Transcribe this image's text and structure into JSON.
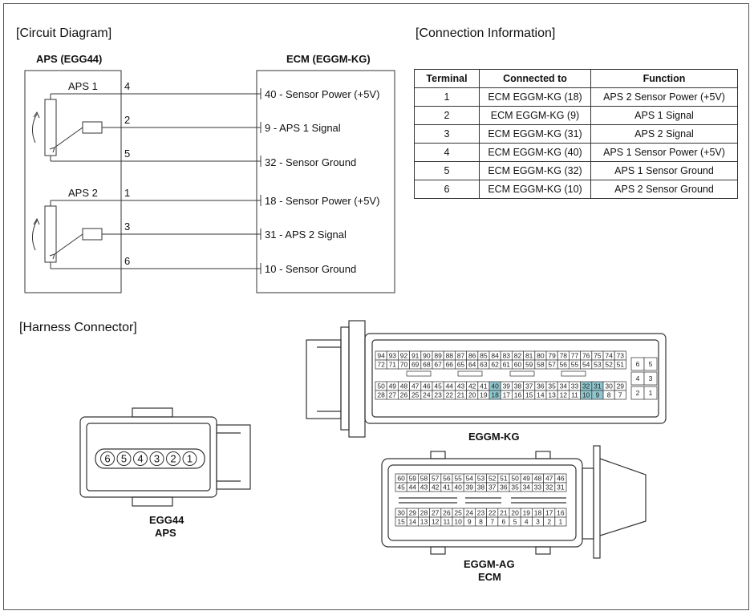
{
  "sections": {
    "circuit": "[Circuit Diagram]",
    "connection": "[Connection Information]",
    "harness": "[Harness Connector]"
  },
  "circuit": {
    "aps_title": "APS (EGG44)",
    "ecm_title": "ECM (EGGM-KG)",
    "aps1_label": "APS 1",
    "aps2_label": "APS 2",
    "aps_pins": [
      "4",
      "2",
      "5",
      "1",
      "3",
      "6"
    ],
    "ecm_terminals": [
      "40 - Sensor Power (+5V)",
      "9 - APS 1 Signal",
      "32 - Sensor Ground",
      "18 - Sensor Power (+5V)",
      "31 - APS 2 Signal",
      "10 - Sensor Ground"
    ]
  },
  "connection_table": {
    "headers": [
      "Terminal",
      "Connected to",
      "Function"
    ],
    "rows": [
      [
        "1",
        "ECM EGGM-KG (18)",
        "APS 2 Sensor Power (+5V)"
      ],
      [
        "2",
        "ECM EGGM-KG (9)",
        "APS 1 Signal"
      ],
      [
        "3",
        "ECM EGGM-KG (31)",
        "APS 2 Signal"
      ],
      [
        "4",
        "ECM EGGM-KG (40)",
        "APS 1 Sensor Power (+5V)"
      ],
      [
        "5",
        "ECM EGGM-KG (32)",
        "APS 1 Sensor Ground"
      ],
      [
        "6",
        "ECM EGGM-KG (10)",
        "APS 2 Sensor Ground"
      ]
    ]
  },
  "connectors": {
    "egg44_name": "EGG44",
    "egg44_sub": "APS",
    "egg44_pins": [
      "6",
      "5",
      "4",
      "3",
      "2",
      "1"
    ],
    "kg_name": "EGGM-KG",
    "kg_rows": [
      [
        "94",
        "93",
        "92",
        "91",
        "90",
        "89",
        "88",
        "87",
        "86",
        "85",
        "84",
        "83",
        "82",
        "81",
        "80",
        "79",
        "78",
        "77",
        "76",
        "75",
        "74",
        "73"
      ],
      [
        "72",
        "71",
        "70",
        "69",
        "68",
        "67",
        "66",
        "65",
        "64",
        "63",
        "62",
        "61",
        "60",
        "59",
        "58",
        "57",
        "56",
        "55",
        "54",
        "53",
        "52",
        "51"
      ],
      [
        "50",
        "49",
        "48",
        "47",
        "46",
        "45",
        "44",
        "43",
        "42",
        "41",
        "40",
        "39",
        "38",
        "37",
        "36",
        "35",
        "34",
        "33",
        "32",
        "31",
        "30",
        "29"
      ],
      [
        "28",
        "27",
        "26",
        "25",
        "24",
        "23",
        "22",
        "21",
        "20",
        "19",
        "18",
        "17",
        "16",
        "15",
        "14",
        "13",
        "12",
        "11",
        "10",
        "9",
        "8",
        "7"
      ]
    ],
    "kg_side": [
      [
        "6",
        "5"
      ],
      [
        "4",
        "3"
      ],
      [
        "2",
        "1"
      ]
    ],
    "kg_highlight": [
      "40",
      "32",
      "31",
      "18",
      "10",
      "9"
    ],
    "highlight_color": "#8fc7cf",
    "ag_name": "EGGM-AG",
    "ag_sub": "ECM",
    "ag_rows": [
      [
        "60",
        "59",
        "58",
        "57",
        "56",
        "55",
        "54",
        "53",
        "52",
        "51",
        "50",
        "49",
        "48",
        "47",
        "46"
      ],
      [
        "45",
        "44",
        "43",
        "42",
        "41",
        "40",
        "39",
        "38",
        "37",
        "36",
        "35",
        "34",
        "33",
        "32",
        "31"
      ],
      [
        "30",
        "29",
        "28",
        "27",
        "26",
        "25",
        "24",
        "23",
        "22",
        "21",
        "20",
        "19",
        "18",
        "17",
        "16"
      ],
      [
        "15",
        "14",
        "13",
        "12",
        "11",
        "10",
        "9",
        "8",
        "7",
        "6",
        "5",
        "4",
        "3",
        "2",
        "1"
      ]
    ]
  }
}
